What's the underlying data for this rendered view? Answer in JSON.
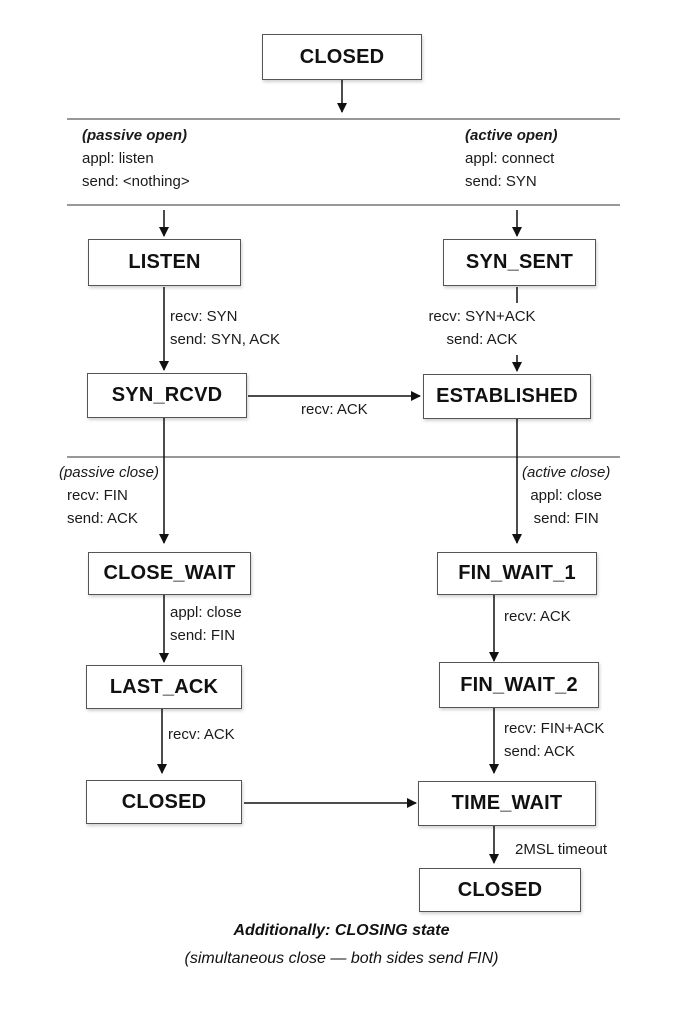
{
  "diagram": {
    "title": "TCP connection state diagram",
    "states": {
      "closed_top": "CLOSED",
      "listen": "LISTEN",
      "syn_sent": "SYN_SENT",
      "syn_rcvd": "SYN_RCVD",
      "established": "ESTABLISHED",
      "close_wait": "CLOSE_WAIT",
      "fin_wait_1": "FIN_WAIT_1",
      "last_ack": "LAST_ACK",
      "fin_wait_2": "FIN_WAIT_2",
      "closed_left": "CLOSED",
      "time_wait": "TIME_WAIT",
      "closed_bottom": "CLOSED"
    },
    "sections": {
      "passive_open": {
        "heading": "(passive open)",
        "line1": "appl: listen",
        "line2": "send: <nothing>"
      },
      "active_open": {
        "heading": "(active open)",
        "line1": "appl: connect",
        "line2": "send: SYN"
      },
      "passive_close": {
        "heading": "(passive close)",
        "line1": "recv: FIN",
        "line2": "send: ACK"
      },
      "active_close": {
        "heading": "(active close)",
        "line1": "appl: close",
        "line2": "send: FIN"
      }
    },
    "transitions": {
      "listen_to_syn_rcvd": {
        "line1": "recv: SYN",
        "line2": "send: SYN, ACK"
      },
      "syn_sent_to_established": {
        "line1": "recv: SYN+ACK",
        "line2": "send: ACK"
      },
      "syn_rcvd_to_established": {
        "line1": "recv: ACK"
      },
      "close_wait_to_last_ack": {
        "line1": "appl: close",
        "line2": "send: FIN"
      },
      "fin_wait_1_to_fin_wait_2": {
        "line1": "recv: ACK"
      },
      "last_ack_to_closed": {
        "line1": "recv: ACK"
      },
      "fin_wait_2_to_time_wait": {
        "line1": "recv: FIN+ACK",
        "line2": "send: ACK"
      },
      "time_wait_to_closed": {
        "line1": "2MSL timeout"
      }
    },
    "notes": {
      "line1": "Additionally: CLOSING state",
      "line2": "(simultaneous close — both sides send FIN)"
    }
  }
}
